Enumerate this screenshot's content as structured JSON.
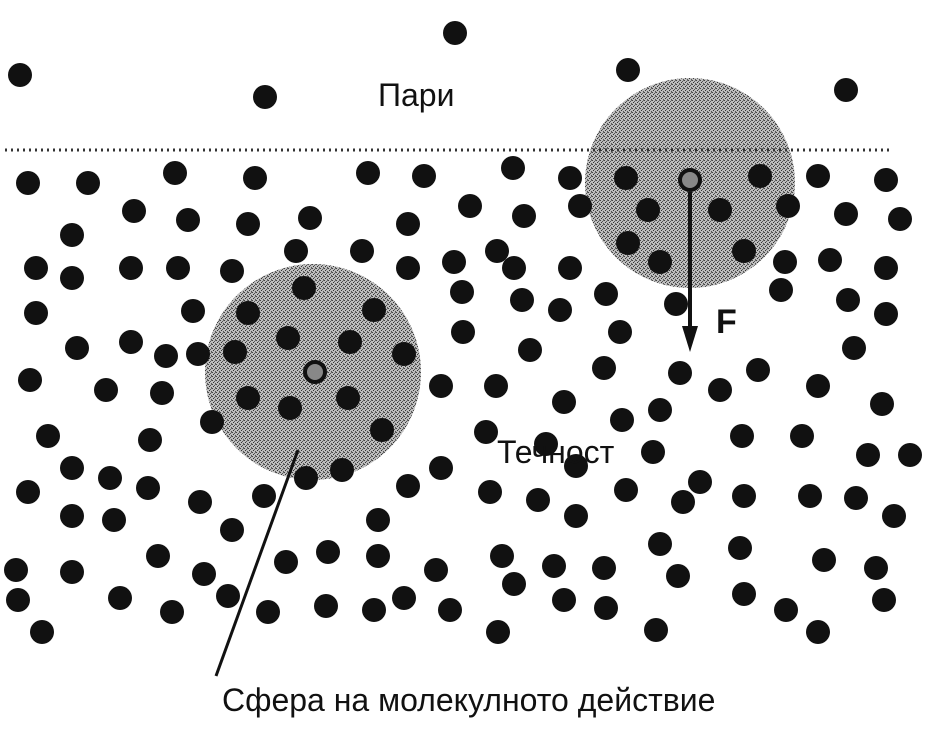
{
  "labels": {
    "vapor": "Пари",
    "liquid": "Течност",
    "force": "F",
    "sphere_caption": "Сфера на молекулното действие"
  },
  "colors": {
    "molecule": "#111111",
    "sphere_shade": "#9a9a9a",
    "background": "#ffffff"
  }
}
